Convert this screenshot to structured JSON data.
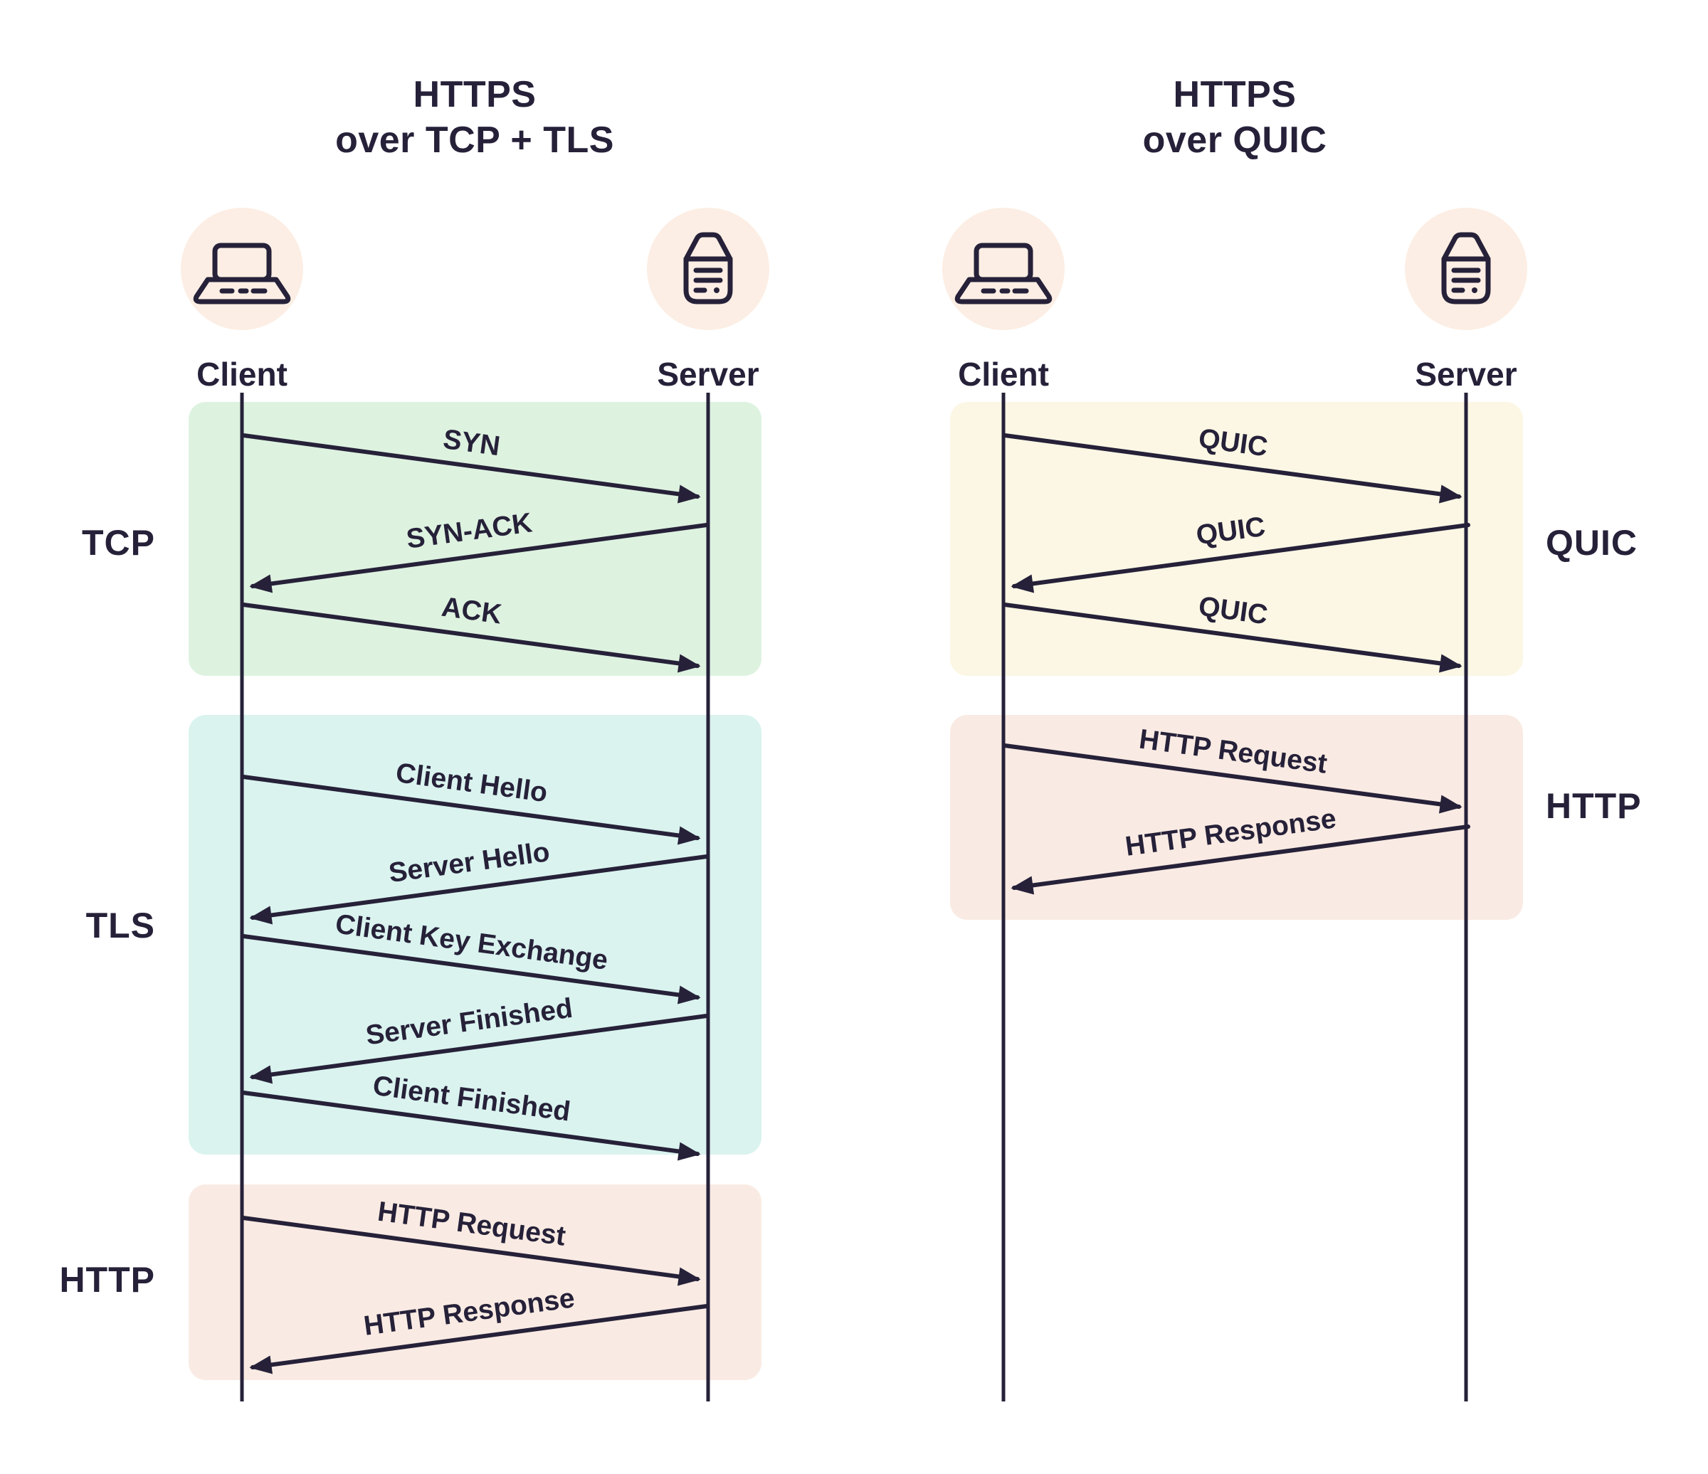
{
  "left": {
    "title_line1": "HTTPS",
    "title_line2": "over TCP + TLS",
    "client_label": "Client",
    "server_label": "Server",
    "sections": {
      "tcp": {
        "label": "TCP",
        "messages": [
          {
            "text": "SYN",
            "dir": "client_to_server"
          },
          {
            "text": "SYN-ACK",
            "dir": "server_to_client"
          },
          {
            "text": "ACK",
            "dir": "client_to_server"
          }
        ]
      },
      "tls": {
        "label": "TLS",
        "messages": [
          {
            "text": "Client Hello",
            "dir": "client_to_server"
          },
          {
            "text": "Server Hello",
            "dir": "server_to_client"
          },
          {
            "text": "Client Key Exchange",
            "dir": "client_to_server"
          },
          {
            "text": "Server Finished",
            "dir": "server_to_client"
          },
          {
            "text": "Client Finished",
            "dir": "client_to_server"
          }
        ]
      },
      "http": {
        "label": "HTTP",
        "messages": [
          {
            "text": "HTTP Request",
            "dir": "client_to_server"
          },
          {
            "text": "HTTP Response",
            "dir": "server_to_client"
          }
        ]
      }
    }
  },
  "right": {
    "title_line1": "HTTPS",
    "title_line2": "over QUIC",
    "client_label": "Client",
    "server_label": "Server",
    "sections": {
      "quic": {
        "label": "QUIC",
        "messages": [
          {
            "text": "QUIC",
            "dir": "client_to_server"
          },
          {
            "text": "QUIC",
            "dir": "server_to_client"
          },
          {
            "text": "QUIC",
            "dir": "client_to_server"
          }
        ]
      },
      "http": {
        "label": "HTTP",
        "messages": [
          {
            "text": "HTTP Request",
            "dir": "client_to_server"
          },
          {
            "text": "HTTP Response",
            "dir": "server_to_client"
          }
        ]
      }
    }
  },
  "palette": {
    "ink": "#262139",
    "tcp_bg": "#def2e0",
    "tls_bg": "#daf3ef",
    "http_bg": "#f9ebe3",
    "quic_bg": "#fbf7e4",
    "icon_bg": "#fceee4",
    "background": "#ffffff"
  }
}
